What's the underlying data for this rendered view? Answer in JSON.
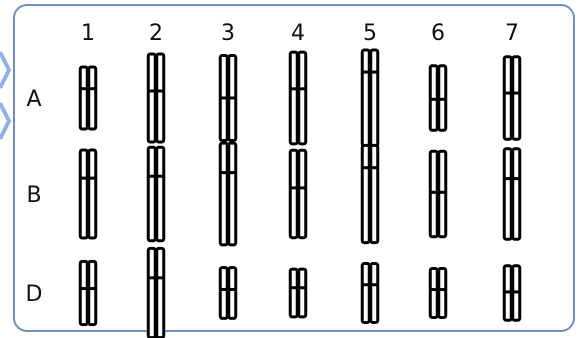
{
  "columns": [
    "1",
    "2",
    "3",
    "4",
    "5",
    "6",
    "7"
  ],
  "rows": [
    {
      "label": "A",
      "pairs": [
        {
          "length": 1.0,
          "centromere": 0.35
        },
        {
          "length": 1.42,
          "centromere": 0.42
        },
        {
          "length": 1.37,
          "centromere": 0.5
        },
        {
          "length": 1.48,
          "centromere": 0.4
        },
        {
          "length": 1.55,
          "centromere": 0.23
        },
        {
          "length": 1.04,
          "centromere": 0.52
        },
        {
          "length": 1.33,
          "centromere": 0.44
        }
      ]
    },
    {
      "label": "B",
      "pairs": [
        {
          "length": 1.42,
          "centromere": 0.32
        },
        {
          "length": 1.51,
          "centromere": 0.31
        },
        {
          "length": 1.64,
          "centromere": 0.29
        },
        {
          "length": 1.41,
          "centromere": 0.43
        },
        {
          "length": 1.57,
          "centromere": 0.23
        },
        {
          "length": 1.38,
          "centromere": 0.48
        },
        {
          "length": 1.46,
          "centromere": 0.33
        }
      ]
    },
    {
      "label": "D",
      "pairs": [
        {
          "length": 1.02,
          "centromere": 0.43
        },
        {
          "length": 1.44,
          "centromere": 0.33
        },
        {
          "length": 0.82,
          "centromere": 0.43
        },
        {
          "length": 0.77,
          "centromere": 0.39
        },
        {
          "length": 0.95,
          "centromere": 0.36
        },
        {
          "length": 0.79,
          "centromere": 0.43
        },
        {
          "length": 0.88,
          "centromere": 0.48
        }
      ]
    }
  ],
  "colors": {
    "frame_border": "#6f8fc3",
    "chromosome_outline": "#000000",
    "chromosome_fill": "#ffffff",
    "label_text": "#111111"
  }
}
